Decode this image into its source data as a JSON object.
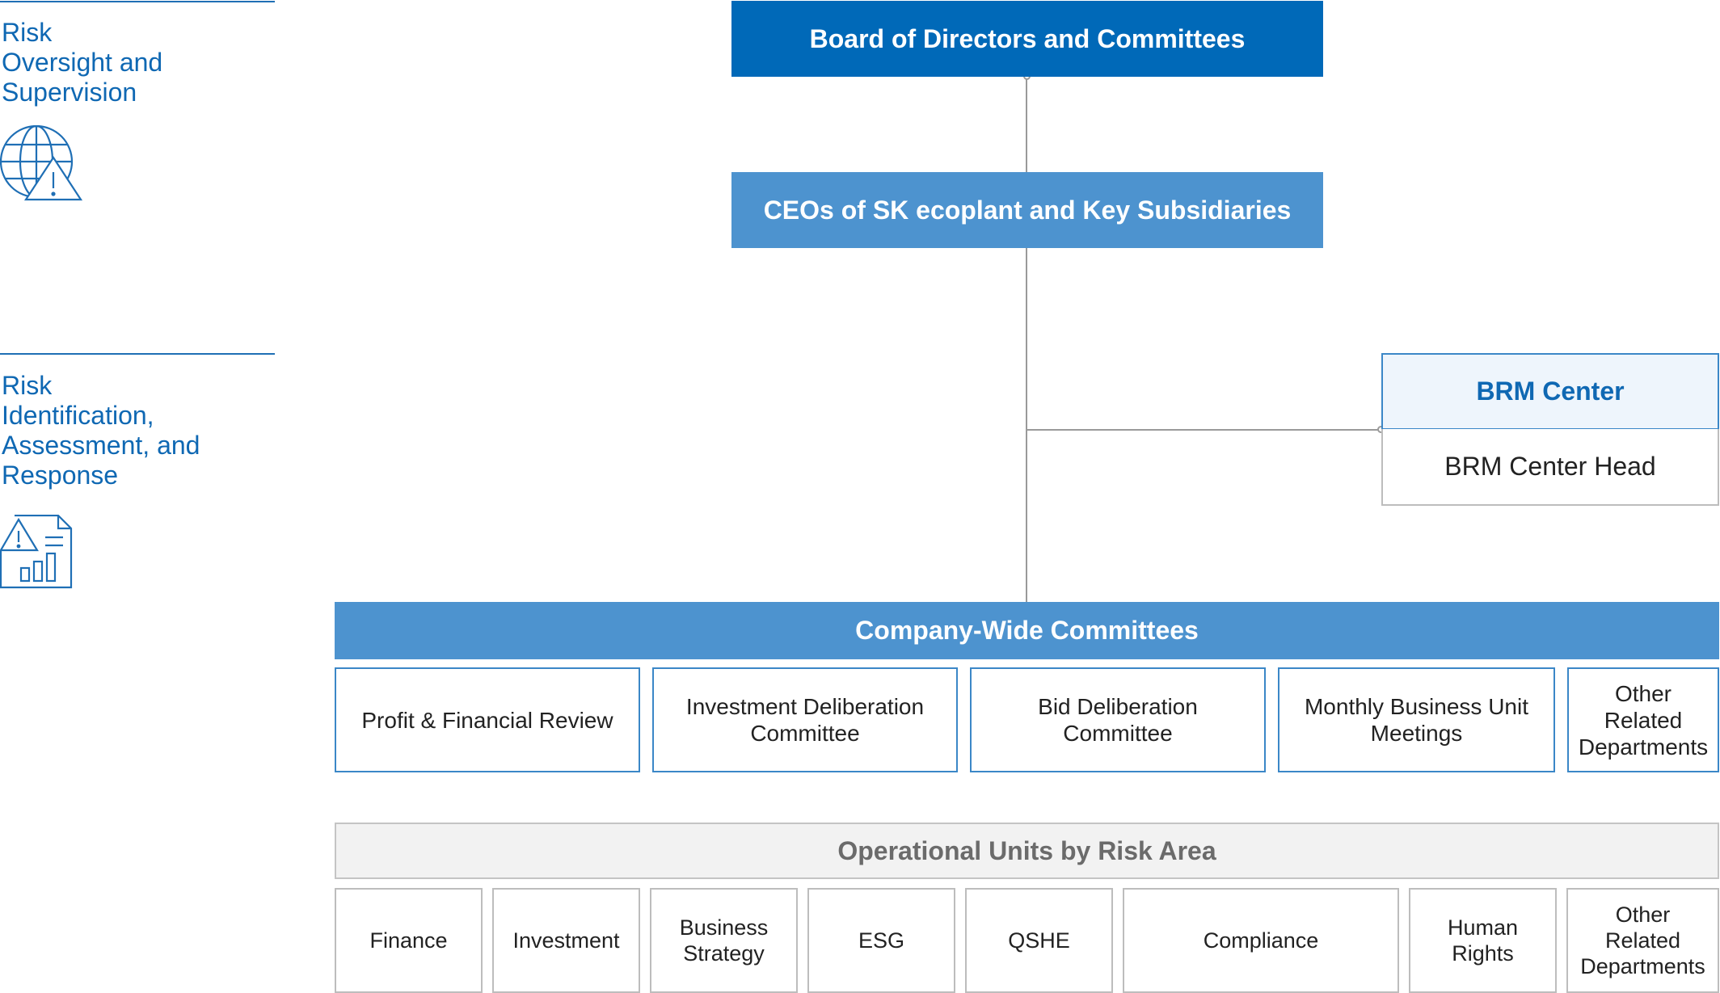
{
  "sections": {
    "oversight": {
      "title": "Risk\nOversight and\nSupervision",
      "icon": "globe-warning-icon"
    },
    "identification": {
      "title": "Risk\nIdentification,\nAssessment, and\nResponse",
      "icon": "report-warning-icon"
    }
  },
  "board": {
    "label": "Board of Directors and Committees"
  },
  "ceo": {
    "label": "CEOs of SK ecoplant and Key Subsidiaries"
  },
  "brm": {
    "title": "BRM Center",
    "head": "BRM Center Head"
  },
  "company_wide": {
    "title": "Company-Wide Committees",
    "items": [
      "Profit & Financial Review",
      "Investment Deliberation\nCommittee",
      "Bid Deliberation\nCommittee",
      "Monthly Business Unit\nMeetings",
      "Other\nRelated\nDepartments"
    ]
  },
  "operational": {
    "title": "Operational Units by Risk Area",
    "items": [
      "Finance",
      "Investment",
      "Business\nStrategy",
      "ESG",
      "QSHE",
      "Compliance",
      "Human\nRights",
      "Other\nRelated\nDepartments"
    ]
  },
  "colors": {
    "primary": "#0069b8",
    "secondary": "#4d93cf",
    "accent_text": "#0f68b3",
    "light_fill": "#eef5fc",
    "grey_fill": "#f2f2f2",
    "connector": "#9a9a9a"
  }
}
